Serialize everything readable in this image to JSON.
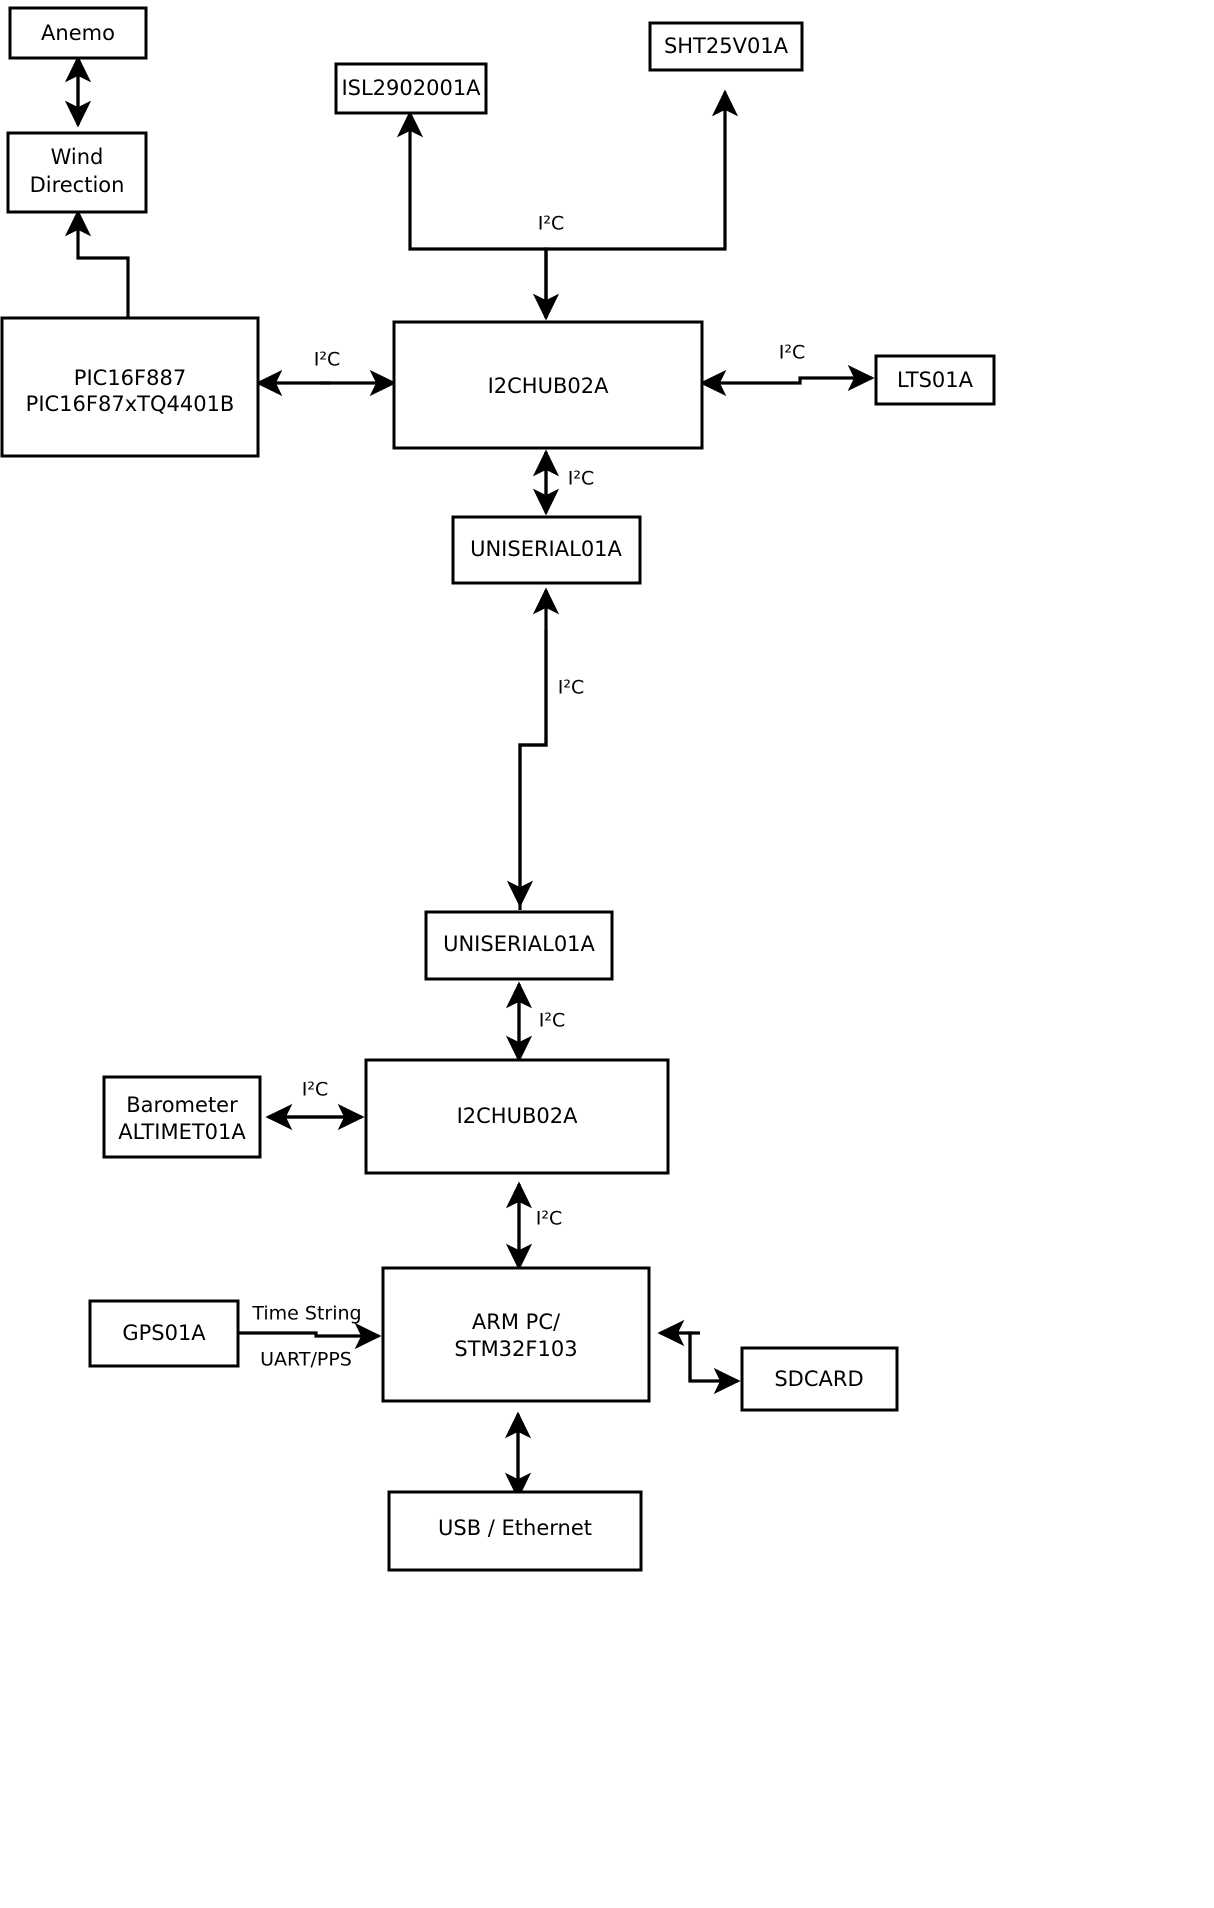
{
  "diagram": {
    "type": "block-diagram",
    "title": "Weather station sensor bus block diagram",
    "background_color": "#ffffff",
    "line_color": "#000000",
    "box_fill_color": "#ffffff",
    "nodes": [
      {
        "id": "anemo",
        "label": "Anemo",
        "lines": [
          "Anemo"
        ]
      },
      {
        "id": "wind",
        "label": "Wind Direction",
        "lines": [
          "Wind",
          "Direction"
        ]
      },
      {
        "id": "pic",
        "label": "PIC16F887 PIC16F87xTQ4401B",
        "lines": [
          "PIC16F887",
          "PIC16F87xTQ4401B"
        ]
      },
      {
        "id": "isl",
        "label": "ISL2902001A",
        "lines": [
          "ISL2902001A"
        ]
      },
      {
        "id": "sht",
        "label": "SHT25V01A",
        "lines": [
          "SHT25V01A"
        ]
      },
      {
        "id": "hub-top",
        "label": "I2CHUB02A",
        "lines": [
          "I2CHUB02A"
        ]
      },
      {
        "id": "lts",
        "label": "LTS01A",
        "lines": [
          "LTS01A"
        ]
      },
      {
        "id": "uni-top",
        "label": "UNISERIAL01A",
        "lines": [
          "UNISERIAL01A"
        ]
      },
      {
        "id": "uni-bottom",
        "label": "UNISERIAL01A",
        "lines": [
          "UNISERIAL01A"
        ]
      },
      {
        "id": "baro",
        "label": "Barometer ALTIMET01A",
        "lines": [
          "Barometer",
          "ALTIMET01A"
        ]
      },
      {
        "id": "hub-bottom",
        "label": "I2CHUB02A",
        "lines": [
          "I2CHUB02A"
        ]
      },
      {
        "id": "gps",
        "label": "GPS01A",
        "lines": [
          "GPS01A"
        ]
      },
      {
        "id": "arm",
        "label": "ARM PC/ STM32F103",
        "lines": [
          "ARM PC/",
          "STM32F103"
        ]
      },
      {
        "id": "sdcard",
        "label": "SDCARD",
        "lines": [
          "SDCARD"
        ]
      },
      {
        "id": "usbeth",
        "label": "USB / Ethernet",
        "lines": [
          "USB / Ethernet"
        ]
      }
    ],
    "edge_labels": [
      {
        "id": "lbl-i2c-hubtop-top",
        "text": "I²C"
      },
      {
        "id": "lbl-i2c-pic-hub",
        "text": "I²C"
      },
      {
        "id": "lbl-i2c-hub-lts",
        "text": "I²C"
      },
      {
        "id": "lbl-i2c-hub-uni",
        "text": "I²C"
      },
      {
        "id": "lbl-i2c-uni-uni",
        "text": "I²C"
      },
      {
        "id": "lbl-i2c-uni-hubbottom",
        "text": "I²C"
      },
      {
        "id": "lbl-i2c-baro-hub",
        "text": "I²C"
      },
      {
        "id": "lbl-i2c-hub-arm",
        "text": "I²C"
      },
      {
        "id": "lbl-time-string",
        "text": "Time String"
      },
      {
        "id": "lbl-uart-pps",
        "text": "UART/PPS"
      }
    ]
  }
}
